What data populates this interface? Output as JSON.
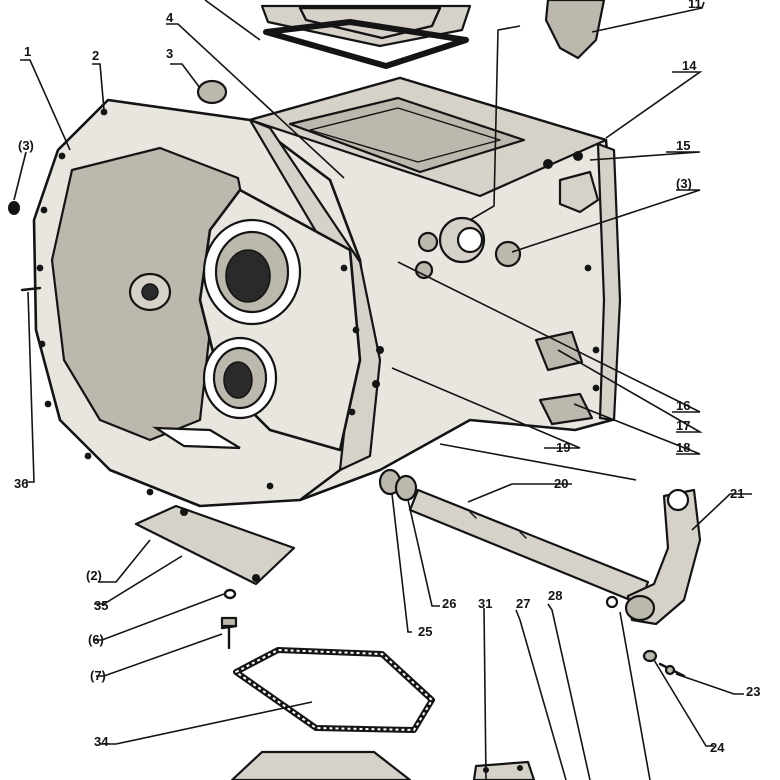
{
  "callouts": [
    {
      "id": "c1",
      "text": "1"
    },
    {
      "id": "c2",
      "text": "2"
    },
    {
      "id": "c3",
      "text": "3"
    },
    {
      "id": "c3b",
      "text": "(3)"
    },
    {
      "id": "c3c",
      "text": "(3)"
    },
    {
      "id": "c4",
      "text": "4"
    },
    {
      "id": "c11",
      "text": "11"
    },
    {
      "id": "c14",
      "text": "14"
    },
    {
      "id": "c15",
      "text": "15"
    },
    {
      "id": "c16",
      "text": "16"
    },
    {
      "id": "c17",
      "text": "17"
    },
    {
      "id": "c18",
      "text": "18"
    },
    {
      "id": "c19",
      "text": "19"
    },
    {
      "id": "c20",
      "text": "20"
    },
    {
      "id": "c21",
      "text": "21"
    },
    {
      "id": "c23",
      "text": "23"
    },
    {
      "id": "c24",
      "text": "24"
    },
    {
      "id": "c25",
      "text": "25"
    },
    {
      "id": "c26",
      "text": "26"
    },
    {
      "id": "c27",
      "text": "27"
    },
    {
      "id": "c28",
      "text": "28"
    },
    {
      "id": "c31",
      "text": "31"
    },
    {
      "id": "c34",
      "text": "34"
    },
    {
      "id": "c35",
      "text": "35"
    },
    {
      "id": "c36",
      "text": "36"
    },
    {
      "id": "c2b",
      "text": "(2)"
    },
    {
      "id": "c6b",
      "text": "(6)"
    },
    {
      "id": "c7b",
      "text": "(7)"
    }
  ]
}
